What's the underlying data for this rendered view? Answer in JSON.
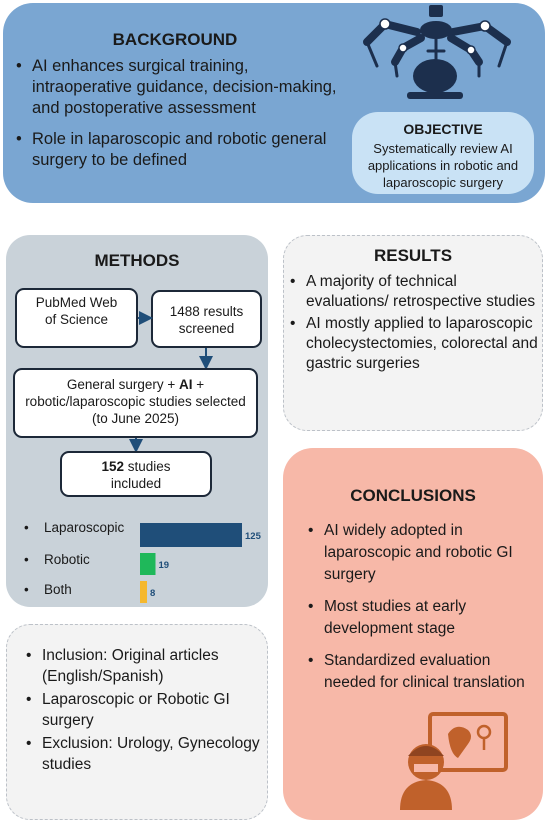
{
  "background": {
    "title": "BACKGROUND",
    "bullets": [
      "AI enhances surgical training, intraoperative guidance, decision-making, and postoperative assessment",
      "Role in laparoscopic and robotic general surgery to be defined"
    ]
  },
  "objective": {
    "title": "OBJECTIVE",
    "text": "Systematically review AI applications in robotic and laparoscopic surgery"
  },
  "methods": {
    "title": "METHODS",
    "box_sources": "PubMed Web of Science",
    "box_screened": "1488 results screened",
    "box_selected_pre": "General surgery + ",
    "box_selected_ai": "AI",
    "box_selected_post": " + robotic/laparoscopic studies selected (to June 2025)",
    "box_included_num": "152",
    "box_included_text": " studies included"
  },
  "chart_data": {
    "type": "bar",
    "orientation": "horizontal",
    "categories": [
      "Laparoscopic",
      "Robotic",
      "Both"
    ],
    "values": [
      125,
      19,
      8
    ],
    "colors": [
      "#1f4e79",
      "#1fb85a",
      "#f5b82e"
    ]
  },
  "results": {
    "title": "RESULTS",
    "bullets": [
      "A majority of technical evaluations/ retrospective studies",
      "AI mostly applied to laparoscopic cholecystectomies, colorectal and gastric surgeries"
    ]
  },
  "conclusions": {
    "title": "CONCLUSIONS",
    "bullets": [
      "AI widely adopted in laparoscopic and robotic GI surgery",
      "Most studies at early development stage",
      "Standardized evaluation needed for clinical translation"
    ]
  },
  "criteria": {
    "bullets": [
      "Inclusion: Original articles (English/Spanish)",
      "Laparoscopic or Robotic GI surgery",
      "Exclusion: Urology, Gynecology studies"
    ]
  },
  "icons": {
    "robot": "surgical-robot-icon",
    "surgeon": "surgeon-monitor-icon"
  }
}
